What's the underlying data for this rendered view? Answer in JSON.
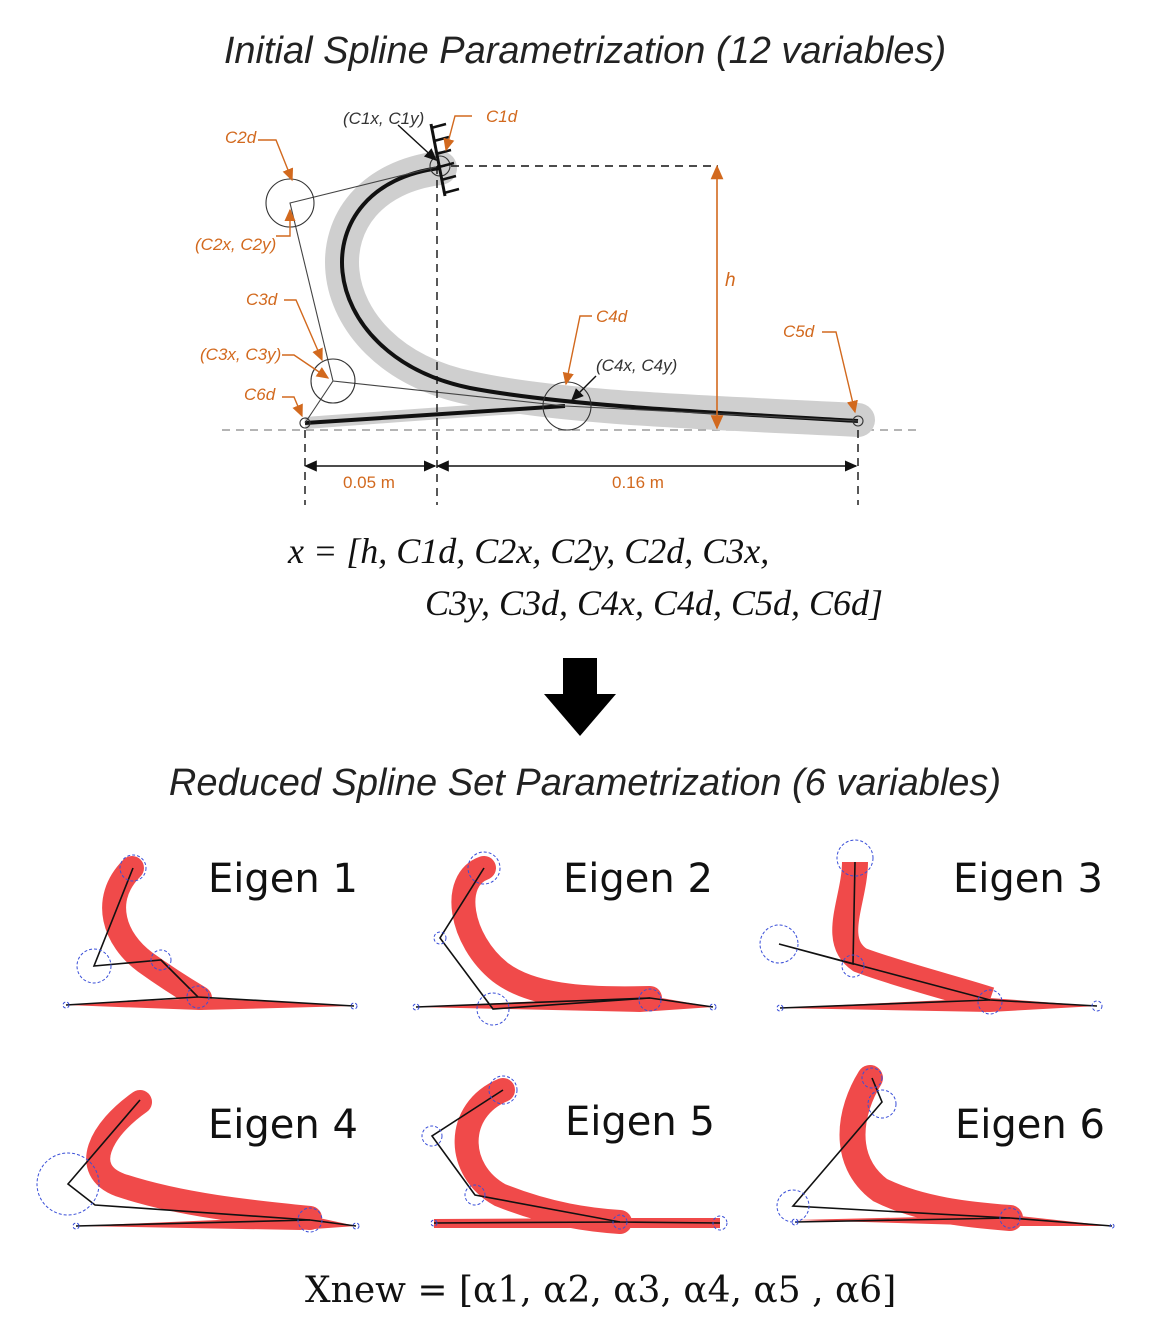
{
  "titles": {
    "initial": "Initial Spline Parametrization (12 variables)",
    "reduced": "Reduced Spline Set Parametrization (6 variables)"
  },
  "diagram_labels": {
    "c1d": "C1d",
    "c1xy": "(C1x, C1y)",
    "c2d": "C2d",
    "c2xy": "(C2x, C2y)",
    "c3d": "C3d",
    "c3xy": "(C3x, C3y)",
    "c4d": "C4d",
    "c4xy": "(C4x, C4y)",
    "c5d": "C5d",
    "c6d": "C6d",
    "h": "h",
    "dim_left": "0.05 m",
    "dim_right": "0.16 m"
  },
  "equation_x": {
    "line1": "x = [h, C1d, C2x, C2y, C2d, C3x,",
    "line2": "C3y, C3d, C4x, C4d, C5d, C6d]"
  },
  "eigen_labels": [
    "Eigen 1",
    "Eigen 2",
    "Eigen 3",
    "Eigen 4",
    "Eigen 5",
    "Eigen 6"
  ],
  "equation_xnew": "Xnew = [α1, α2, α3, α4, α5 , α6]",
  "colors": {
    "orange": "#d2691e",
    "red_shape": "#f04a4a",
    "gray_shape": "#cfcfcf",
    "blue_circle": "#3a4fd8"
  }
}
